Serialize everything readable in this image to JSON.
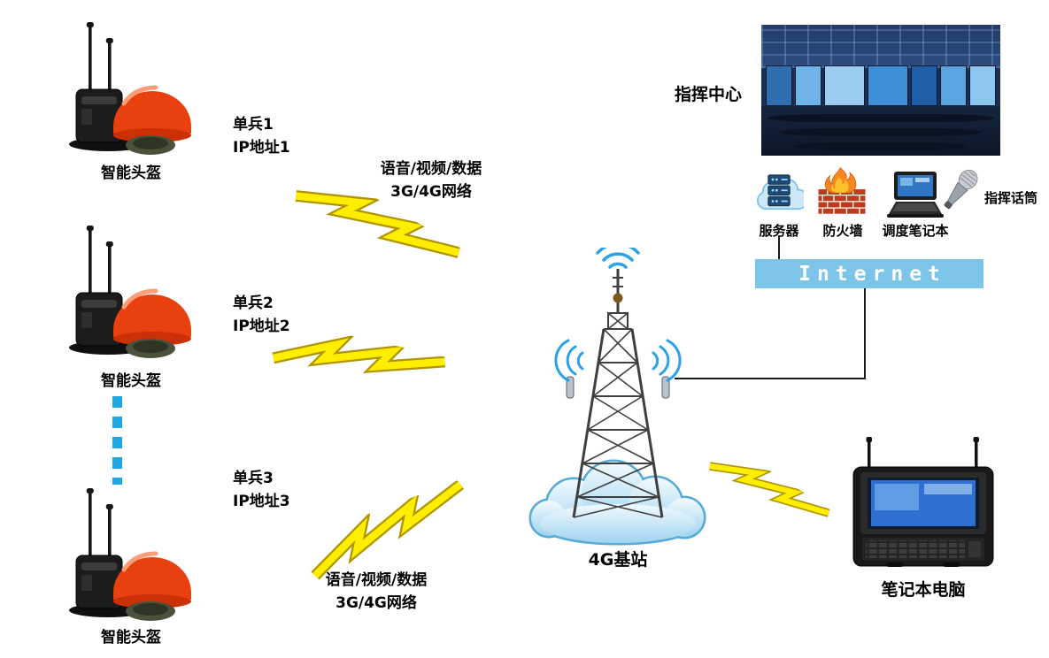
{
  "colors": {
    "lightning_fill": "#ffee00",
    "lightning_outline": "#b09500",
    "internet_bar": "#7cc4e8",
    "dotted_link": "#1fa7e0",
    "helmet_red": "#e8400f",
    "wifi_blue": "#2aa2e8"
  },
  "left_column": {
    "helmets": [
      {
        "label": "智能头盔"
      },
      {
        "label": "智能头盔"
      },
      {
        "label": "智能头盔"
      }
    ],
    "soldiers": [
      {
        "name": "单兵1",
        "ip": "IP地址1"
      },
      {
        "name": "单兵2",
        "ip": "IP地址2"
      },
      {
        "name": "单兵3",
        "ip": "IP地址3"
      }
    ]
  },
  "links": {
    "top": {
      "line1": "语音/视频/数据",
      "line2": "3G/4G网络"
    },
    "bottom": {
      "line1": "语音/视频/数据",
      "line2": "3G/4G网络"
    }
  },
  "base_station": {
    "label": "4G基站"
  },
  "command_center": {
    "label": "指挥中心",
    "devices": {
      "server": "服务器",
      "firewall": "防火墙",
      "dispatch_laptop": "调度笔记本",
      "microphone": "指挥话筒"
    },
    "internet": "Internet"
  },
  "field_laptop": {
    "label": "笔记本电脑"
  }
}
